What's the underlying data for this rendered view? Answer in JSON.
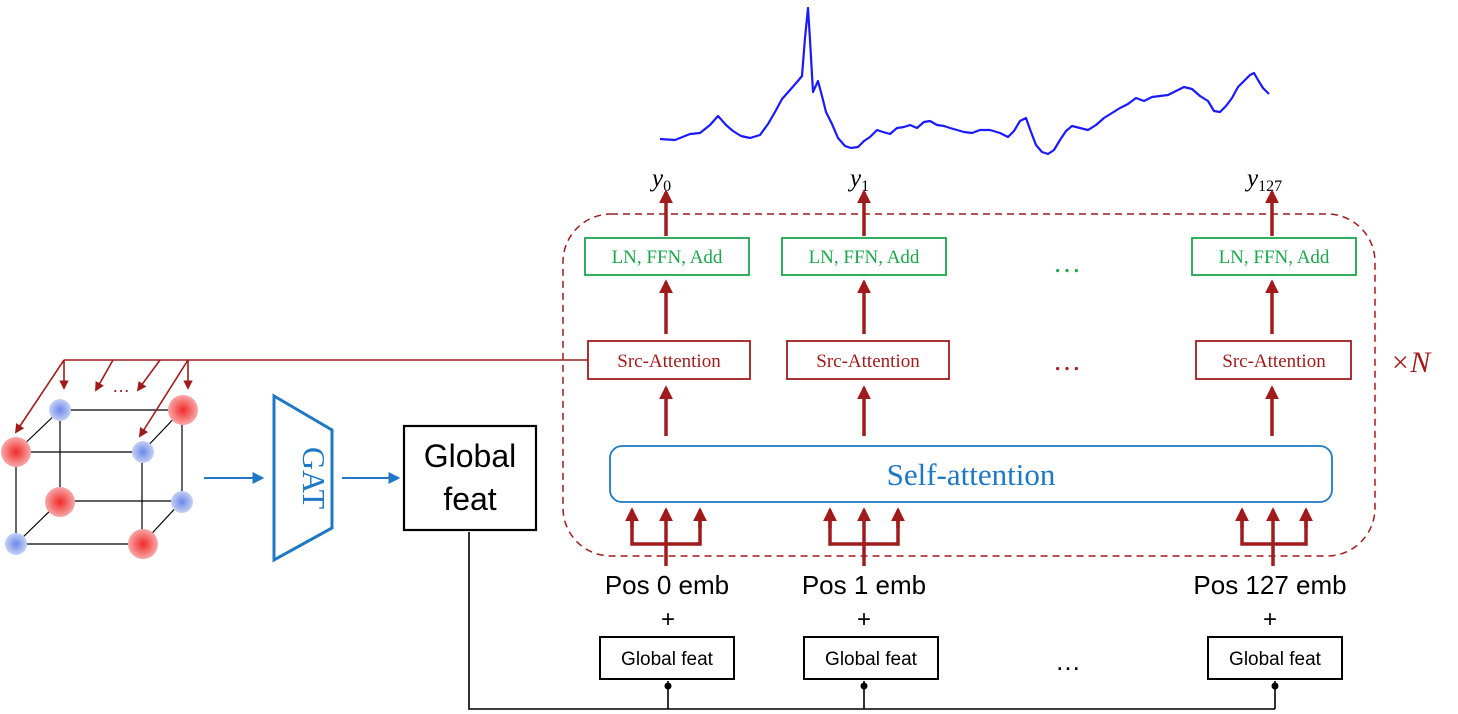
{
  "outputs": {
    "y0_base": "y",
    "y0_sub": "0",
    "y1_base": "y",
    "y1_sub": "1",
    "y127_base": "y",
    "y127_sub": "127"
  },
  "blocks": {
    "ffn_label": "LN, FFN, Add",
    "src_attention_label": "Src-Attention",
    "self_attention_label": "Self-attention",
    "ellipsis": "…",
    "repeat_label": "×N"
  },
  "encoder": {
    "gat_label": "GAT",
    "global_feat_line1": "Global",
    "global_feat_line2": "feat",
    "cube_ellipsis": "…"
  },
  "inputs": {
    "pos0": "Pos 0 emb",
    "pos1": "Pos 1 emb",
    "pos127": "Pos 127 emb",
    "plus": "+",
    "global_feat_small": "Global feat",
    "ellipsis": "…"
  },
  "colors": {
    "dark_red": "#a01c1c",
    "green": "#1aa84a",
    "blue": "#1f78c4",
    "plot_blue": "#1a1aff",
    "black": "#000000"
  }
}
